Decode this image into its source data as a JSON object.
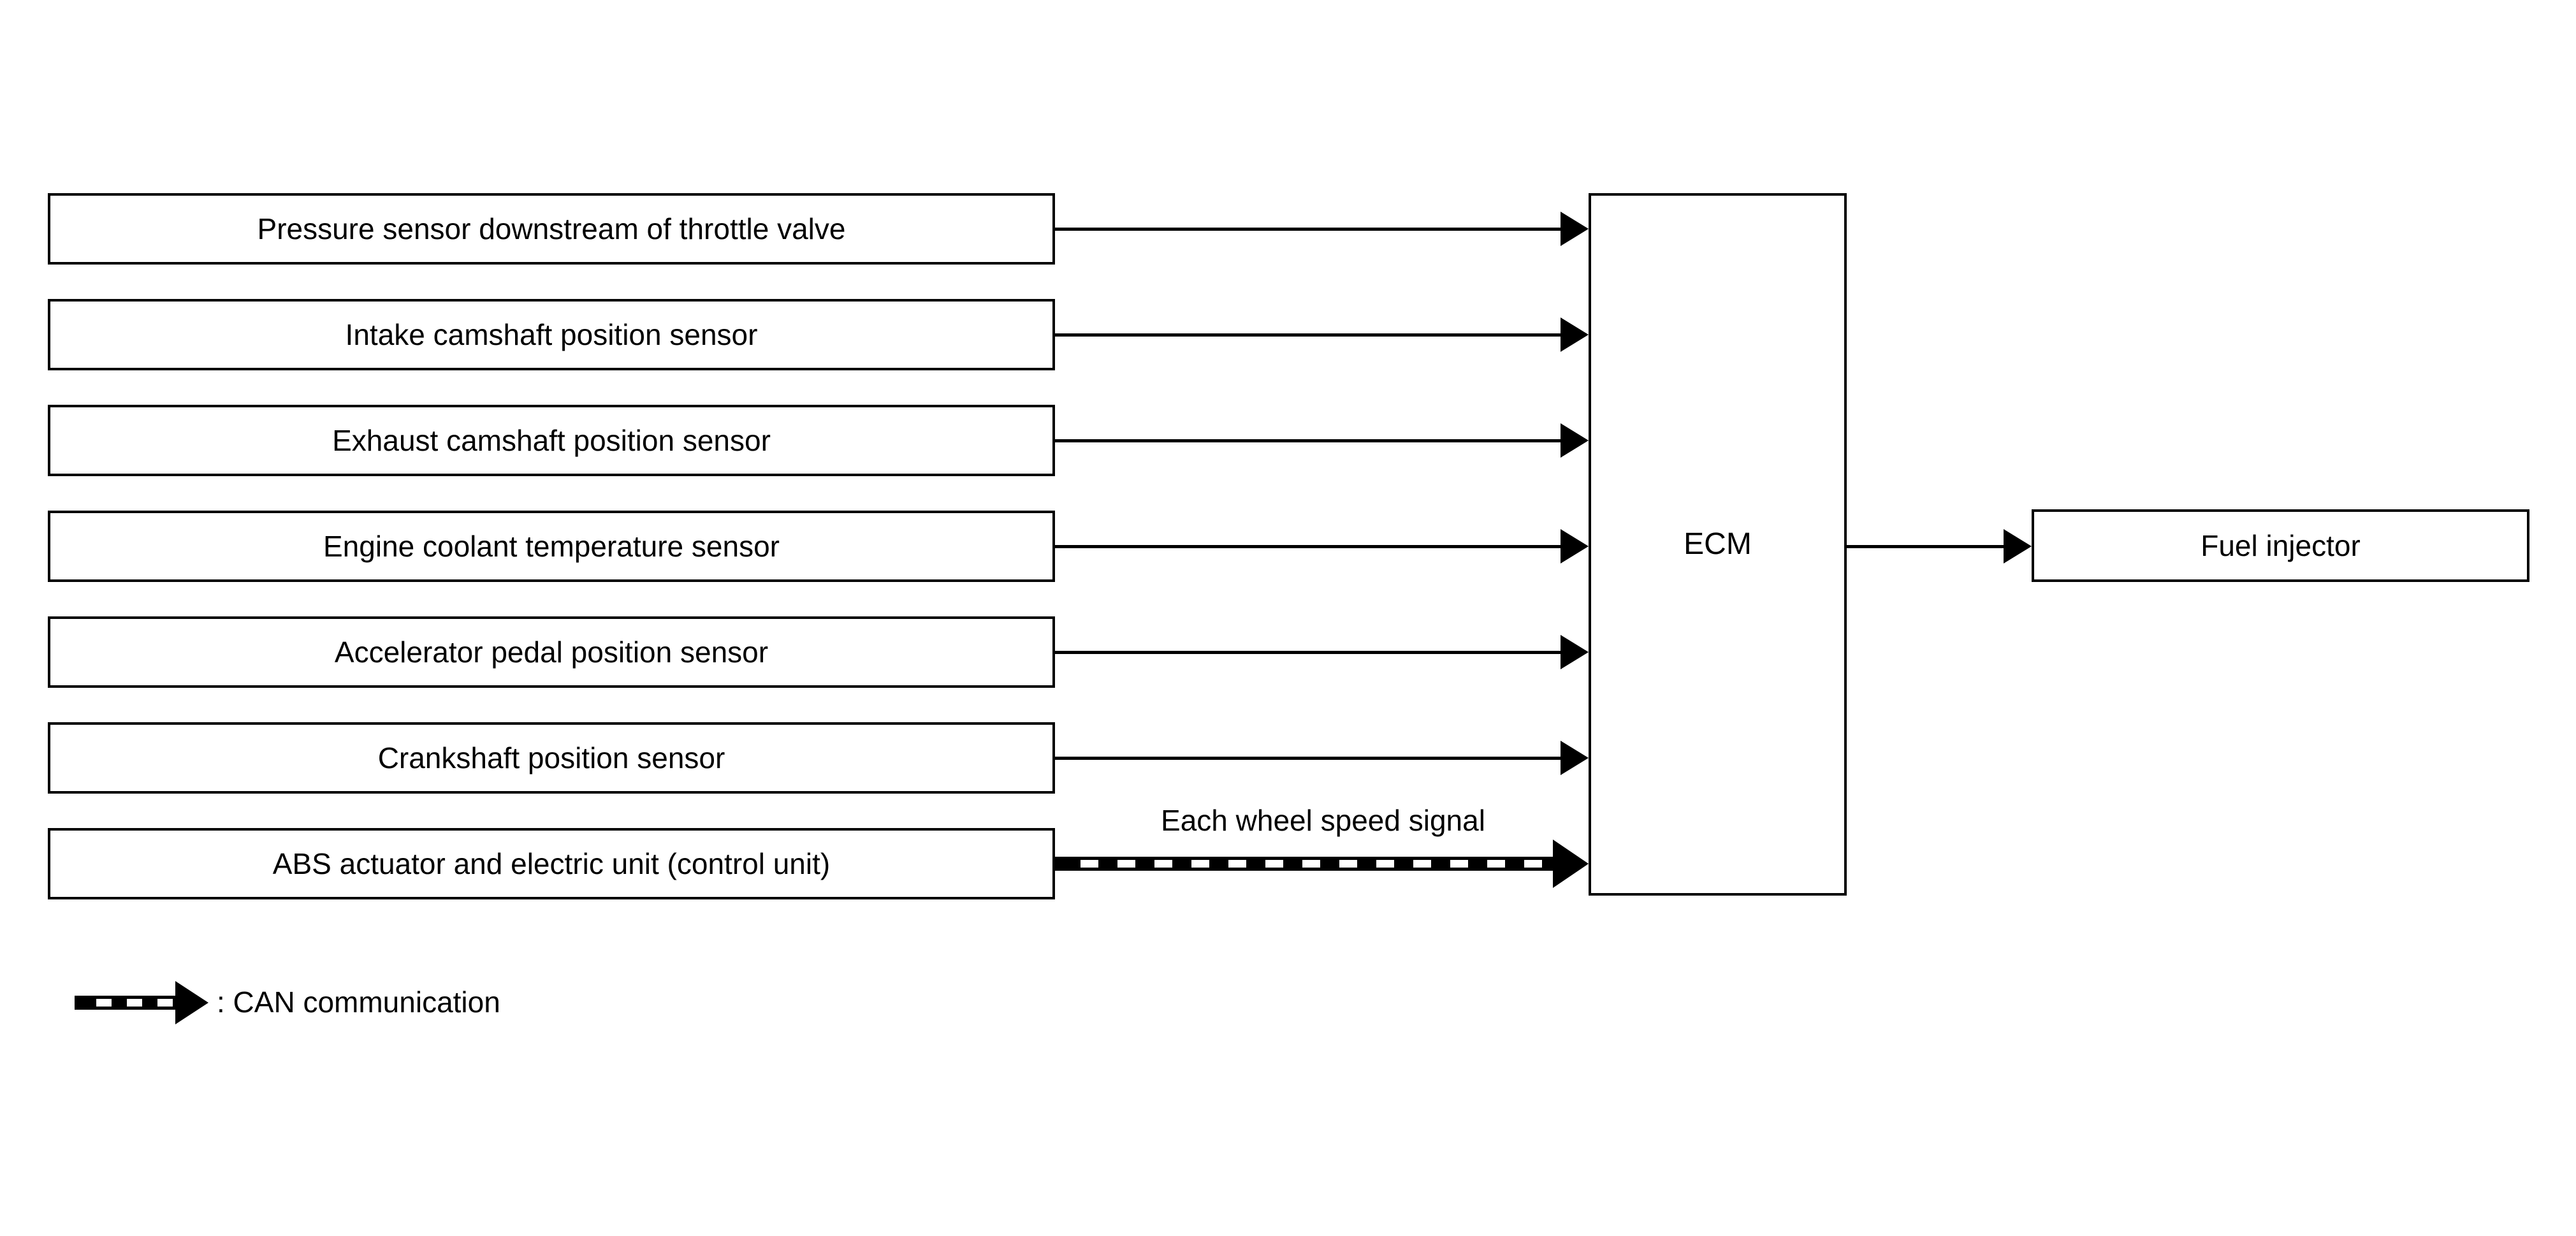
{
  "colors": {
    "background": "#ffffff",
    "line": "#000000"
  },
  "boxes": {
    "sensors": [
      {
        "label": "Pressure sensor downstream of throttle valve",
        "connection": "direct"
      },
      {
        "label": "Intake camshaft position sensor",
        "connection": "direct"
      },
      {
        "label": "Exhaust camshaft position sensor",
        "connection": "direct"
      },
      {
        "label": "Engine coolant temperature sensor",
        "connection": "direct"
      },
      {
        "label": "Accelerator pedal position sensor",
        "connection": "direct"
      },
      {
        "label": "Crankshaft position sensor",
        "connection": "direct"
      },
      {
        "label": "ABS actuator and electric unit (control unit)",
        "connection": "can"
      }
    ],
    "ecm": {
      "label": "ECM"
    },
    "output": {
      "label": "Fuel injector"
    }
  },
  "annotations": {
    "wheel_speed_signal": "Each wheel speed signal",
    "legend_can": ": CAN communication"
  }
}
